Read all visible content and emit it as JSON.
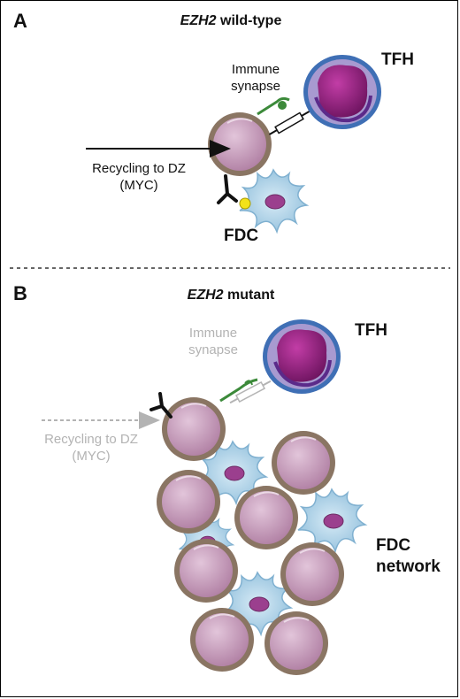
{
  "colors": {
    "cell_fill": "#c49ab8",
    "cell_ring": "#8a7563",
    "tfh_ring": "#3f6fb5",
    "tfh_nucleus": "#8c1f7a",
    "fdc_fill": "#a9cfe6",
    "fdc_nucleus": "#9b3f8e",
    "synapse_green": "#3c8a3a",
    "antigen_yellow": "#f2e21a",
    "faded_gray": "#b3b3b3"
  },
  "panel_a": {
    "letter": "A",
    "gene": "EZH2",
    "title_suffix": " wild-type",
    "tfh_label": "TFH",
    "synapse_line1": "Immune",
    "synapse_line2": "synapse",
    "recycling_line1": "Recycling to DZ",
    "recycling_line2": "(MYC)",
    "fdc_label": "FDC"
  },
  "panel_b": {
    "letter": "B",
    "gene": "EZH2",
    "title_suffix": " mutant",
    "tfh_label": "TFH",
    "synapse_line1": "Immune",
    "synapse_line2": "synapse",
    "recycling_line1": "Recycling to DZ",
    "recycling_line2": "(MYC)",
    "fdc_line1": "FDC",
    "fdc_line2": "network"
  }
}
